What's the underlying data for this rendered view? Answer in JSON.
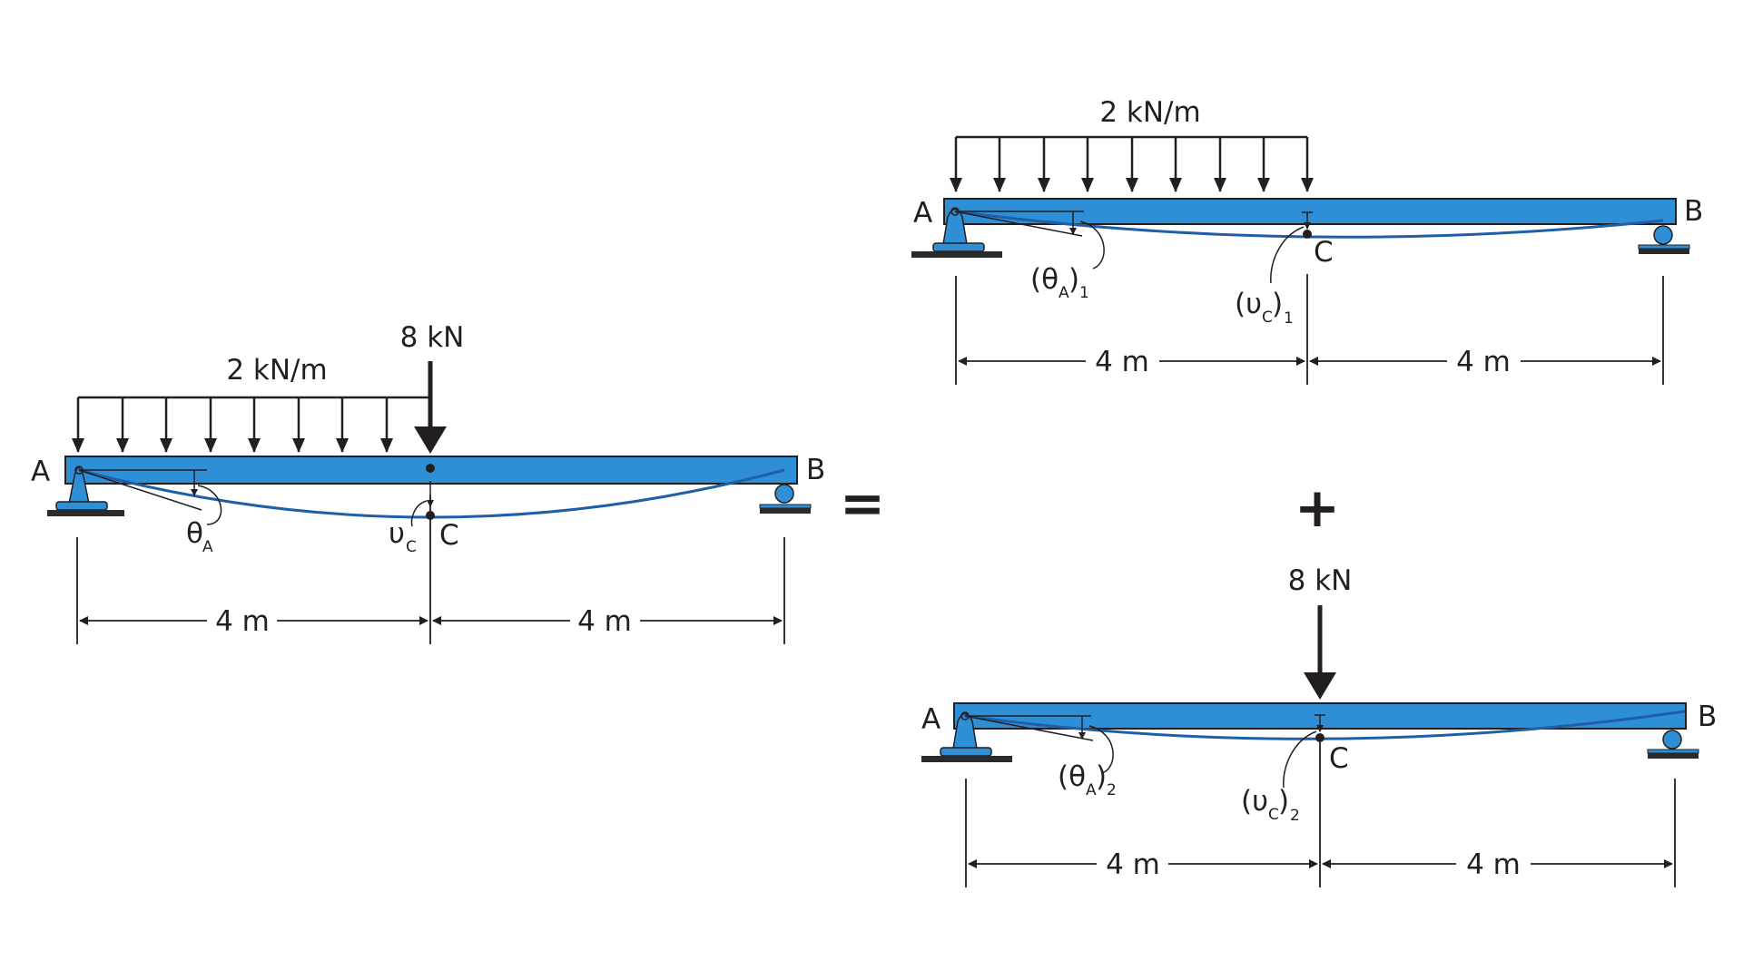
{
  "colors": {
    "beam": "#2e8fd6",
    "deflection": "#1f5fa8",
    "ink": "#231f20",
    "support": "#2e8fd6",
    "ground": "#2b2b2b"
  },
  "left": {
    "dist_load": "2 kN/m",
    "point_load": "8 kN",
    "point_a": "A",
    "point_b": "B",
    "point_c": "C",
    "theta_sym": "θ",
    "theta_sub": "A",
    "v_sym": "υ",
    "v_sub": "C",
    "dim_1": "4 m",
    "dim_2": "4 m"
  },
  "equals_sign": "=",
  "plus_sign": "+",
  "top_right": {
    "dist_load": "2 kN/m",
    "point_a": "A",
    "point_b": "B",
    "point_c": "C",
    "theta_open": "(θ",
    "theta_sub": "A",
    "theta_close": ")",
    "theta_idx": "1",
    "v_open": "(υ",
    "v_sub": "C",
    "v_close": ")",
    "v_idx": "1",
    "dim_1": "4 m",
    "dim_2": "4 m"
  },
  "bottom_right": {
    "point_load": "8 kN",
    "point_a": "A",
    "point_b": "B",
    "point_c": "C",
    "theta_open": "(θ",
    "theta_sub": "A",
    "theta_close": ")",
    "theta_idx": "2",
    "v_open": "(υ",
    "v_sub": "C",
    "v_close": ")",
    "v_idx": "2",
    "dim_1": "4 m",
    "dim_2": "4 m"
  }
}
